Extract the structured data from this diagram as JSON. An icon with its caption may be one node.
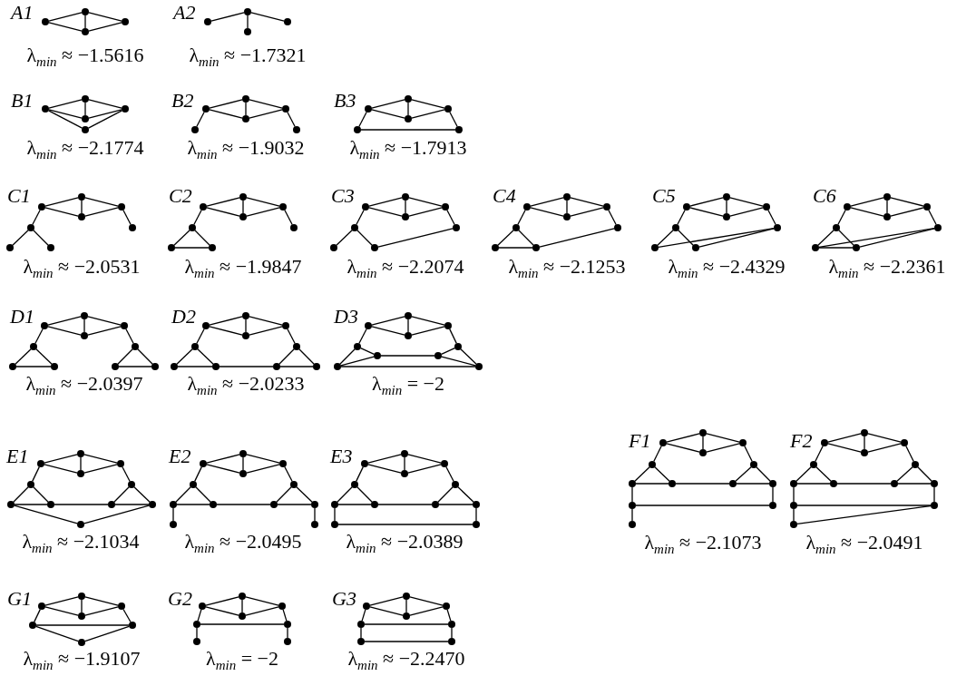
{
  "diagram": {
    "nodes": [
      {
        "text": [],
        "shape": "circle"
      },
      {
        "text": [],
        "shape": "circle"
      },
      {
        "text": [],
        "shape": "circle"
      },
      {
        "text": [],
        "shape": "circle"
      },
      {
        "text": [],
        "shape": "circle"
      },
      {
        "text": [],
        "shape": "circle"
      },
      {
        "text": [],
        "shape": "circle"
      },
      {
        "text": [],
        "shape": "circle"
      },
      {
        "text": [],
        "shape": "circle"
      },
      {
        "text": [],
        "shape": "circle"
      },
      {
        "text": [],
        "shape": "circle"
      },
      {
        "text": [],
        "shape": "circle"
      },
      {
        "text": [],
        "shape": "circle"
      },
      {
        "text": [],
        "shape": "circle"
      },
      {
        "text": [],
        "shape": "circle"
      },
      {
        "text": [],
        "shape": "circle"
      },
      {
        "text": [],
        "shape": "circle"
      },
      {
        "text": [],
        "shape": "circle"
      },
      {
        "text": [],
        "shape": "circle"
      },
      {
        "text": [],
        "shape": "circle"
      },
      {
        "text": [],
        "shape": "circle"
      },
      {
        "text": [],
        "shape": "circle"
      },
      {
        "text": [],
        "shape": "circle"
      },
      {
        "text": [],
        "shape": "circle"
      },
      {
        "text": [],
        "shape": "circle"
      },
      {
        "text": [],
        "shape": "circle"
      },
      {
        "text": [],
        "shape": "circle"
      },
      {
        "text": [],
        "shape": "circle"
      },
      {
        "text": [],
        "shape": "circle"
      },
      {
        "text": [],
        "shape": "circle"
      },
      {
        "text": [],
        "shape": "circle"
      },
      {
        "text": [],
        "shape": "circle"
      },
      {
        "text": [],
        "shape": "circle"
      },
      {
        "text": [],
        "shape": "circle"
      },
      {
        "text": [],
        "shape": "circle"
      },
      {
        "text": [],
        "shape": "circle"
      },
      {
        "text": [],
        "shape": "circle"
      },
      {
        "text": [],
        "shape": "circle"
      },
      {
        "text": [],
        "shape": "circle"
      },
      {
        "text": [],
        "shape": "circle"
      },
      {
        "text": [],
        "shape": "circle"
      },
      {
        "text": [],
        "shape": "circle"
      },
      {
        "text": [],
        "shape": "circle"
      },
      {
        "text": [],
        "shape": "circle"
      },
      {
        "text": [],
        "shape": "circle"
      },
      {
        "text": [],
        "shape": "circle"
      },
      {
        "text": [],
        "shape": "circle"
      },
      {
        "text": [],
        "shape": "circle"
      },
      {
        "text": [],
        "shape": "circle"
      },
      {
        "text": [],
        "shape": "circle"
      },
      {
        "text": [],
        "shape": "circle"
      },
      {
        "text": [],
        "shape": "circle"
      },
      {
        "text": [],
        "shape": "circle"
      },
      {
        "text": [],
        "shape": "circle"
      },
      {
        "text": [],
        "shape": "circle"
      },
      {
        "text": [],
        "shape": "circle"
      },
      {
        "text": [],
        "shape": "circle"
      },
      {
        "text": [],
        "shape": "circle"
      },
      {
        "text": [],
        "shape": "circle"
      },
      {
        "text": [],
        "shape": "circle"
      },
      {
        "text": [],
        "shape": "circle"
      },
      {
        "text": [],
        "shape": "circle"
      },
      {
        "text": [],
        "shape": "circle"
      },
      {
        "text": [],
        "shape": "circle"
      },
      {
        "text": [],
        "shape": "circle"
      },
      {
        "text": [],
        "shape": "circle"
      },
      {
        "text": [],
        "shape": "circle"
      },
      {
        "text": [],
        "shape": "circle"
      },
      {
        "text": [],
        "shape": "circle"
      },
      {
        "text": [],
        "shape": "circle"
      },
      {
        "text": [],
        "shape": "circle"
      },
      {
        "text": [],
        "shape": "circle"
      },
      {
        "text": [],
        "shape": "circle"
      },
      {
        "text": [],
        "shape": "circle"
      },
      {
        "text": [],
        "shape": "circle"
      },
      {
        "text": [],
        "shape": "circle"
      },
      {
        "text": [],
        "shape": "circle"
      },
      {
        "text": [],
        "shape": "circle"
      },
      {
        "text": [],
        "shape": "circle"
      },
      {
        "text": [],
        "shape": "circle"
      },
      {
        "text": [],
        "shape": "circle"
      },
      {
        "text": [],
        "shape": "circle"
      },
      {
        "text": [],
        "shape": "circle"
      },
      {
        "text": [],
        "shape": "circle"
      },
      {
        "text": [],
        "shape": "circle"
      },
      {
        "text": [],
        "shape": "circle"
      },
      {
        "text": [],
        "shape": "circle"
      },
      {
        "text": [],
        "shape": "circle"
      },
      {
        "text": [],
        "shape": "circle"
      },
      {
        "text": [],
        "shape": "circle"
      },
      {
        "text": [],
        "shape": "circle"
      },
      {
        "text": [],
        "shape": "circle"
      },
      {
        "text": [],
        "shape": "circle"
      },
      {
        "text": [],
        "shape": "circle"
      },
      {
        "text": [],
        "shape": "circle"
      },
      {
        "text": [],
        "shape": "circle"
      },
      {
        "text": [],
        "shape": "circle"
      },
      {
        "text": [],
        "shape": "circle"
      },
      {
        "text": [],
        "shape": "circle"
      },
      {
        "text": [],
        "shape": "circle"
      },
      {
        "text": [],
        "shape": "circle"
      },
      {
        "text": [],
        "shape": "circle"
      },
      {
        "text": [],
        "shape": "circle"
      },
      {
        "text": [],
        "shape": "circle"
      },
      {
        "text": [],
        "shape": "circle"
      },
      {
        "text": [],
        "shape": "circle"
      },
      {
        "text": [],
        "shape": "circle"
      },
      {
        "text": [],
        "shape": "circle"
      },
      {
        "text": [],
        "shape": "circle"
      },
      {
        "text": [],
        "shape": "circle"
      },
      {
        "text": [],
        "shape": "circle"
      },
      {
        "text": [],
        "shape": "circle"
      },
      {
        "text": [],
        "shape": "circle"
      },
      {
        "text": [],
        "shape": "circle"
      },
      {
        "text": [],
        "shape": "circle"
      },
      {
        "text": [],
        "shape": "circle"
      },
      {
        "text": [],
        "shape": "circle"
      },
      {
        "text": [],
        "shape": "circle"
      },
      {
        "text": [],
        "shape": "circle"
      },
      {
        "text": [],
        "shape": "circle"
      },
      {
        "text": [],
        "shape": "circle"
      },
      {
        "text": [],
        "shape": "circle"
      },
      {
        "text": [],
        "shape": "circle"
      },
      {
        "text": [],
        "shape": "circle"
      },
      {
        "text": [],
        "shape": "circle"
      },
      {
        "text": [],
        "shape": "circle"
      },
      {
        "text": [],
        "shape": "circle"
      },
      {
        "text": [],
        "shape": "circle"
      },
      {
        "text": [],
        "shape": "circle"
      },
      {
        "text": [],
        "shape": "circle"
      },
      {
        "text": [],
        "shape": "circle"
      },
      {
        "text": [],
        "shape": "circle"
      },
      {
        "text": [],
        "shape": "circle"
      },
      {
        "text": [],
        "shape": "circle"
      },
      {
        "text": [],
        "shape": "circle"
      },
      {
        "text": [],
        "shape": "circle"
      },
      {
        "text": [],
        "shape": "circle"
      },
      {
        "text": [],
        "shape": "circle"
      },
      {
        "text": [],
        "shape": "circle"
      },
      {
        "text": [],
        "shape": "circle"
      },
      {
        "text": [],
        "shape": "circle"
      },
      {
        "text": [],
        "shape": "circle"
      },
      {
        "text": [],
        "shape": "circle"
      },
      {
        "text": [],
        "shape": "circle"
      },
      {
        "text": [],
        "shape": "circle"
      },
      {
        "text": [],
        "shape": "circle"
      },
      {
        "text": [],
        "shape": "circle"
      },
      {
        "text": [],
        "shape": "circle"
      },
      {
        "text": [],
        "shape": "circle"
      },
      {
        "text": [],
        "shape": "circle"
      },
      {
        "text": [],
        "shape": "circle"
      },
      {
        "text": [],
        "shape": "circle"
      },
      {
        "text": [],
        "shape": "circle"
      },
      {
        "text": [],
        "shape": "circle"
      },
      {
        "text": [],
        "shape": "circle"
      },
      {
        "text": [],
        "shape": "circle"
      },
      {
        "text": [],
        "shape": "circle"
      },
      {
        "text": [],
        "shape": "circle"
      },
      {
        "text": [],
        "shape": "circle"
      },
      {
        "text": [],
        "shape": "circle"
      },
      {
        "text": [],
        "shape": "circle"
      },
      {
        "text": [],
        "shape": "circle"
      },
      {
        "text": [],
        "shape": "circle"
      },
      {
        "text": [],
        "shape": "circle"
      },
      {
        "text": [],
        "shape": "circle"
      },
      {
        "text": [],
        "shape": "circle"
      },
      {
        "text": [],
        "shape": "circle"
      },
      {
        "text": [],
        "shape": "circle"
      },
      {
        "text": [],
        "shape": "circle"
      },
      {
        "text": [],
        "shape": "circle"
      },
      {
        "text": [],
        "shape": "circle"
      },
      {
        "text": [],
        "shape": "circle"
      },
      {
        "text": [],
        "shape": "circle"
      },
      {
        "text": [],
        "shape": "circle"
      },
      {
        "text": [],
        "shape": "circle"
      },
      {
        "text": [],
        "shape": "circle"
      },
      {
        "text": [],
        "shape": "circle"
      },
      {
        "text": [],
        "shape": "circle"
      },
      {
        "text": [],
        "shape": "circle"
      },
      {
        "text": [],
        "shape": "circle"
      },
      {
        "text": [],
        "shape": "circle"
      },
      {
        "text": [],
        "shape": "circle"
      },
      {
        "text": [],
        "shape": "circle"
      },
      {
        "text": [],
        "shape": "circle"
      },
      {
        "text": [],
        "shape": "circle"
      },
      {
        "text": [],
        "shape": "circle"
      },
      {
        "text": [],
        "shape": "circle"
      }
    ],
    "edges": [
      {
        "from": 0,
        "to": 1,
        "arrow": "none"
      },
      {
        "from": 0,
        "to": 2,
        "arrow": "none"
      },
      {
        "from": 1,
        "to": 2,
        "arrow": "none"
      },
      {
        "from": 1,
        "to": 3,
        "arrow": "none"
      },
      {
        "from": 2,
        "to": 3,
        "arrow": "none"
      },
      {
        "from": 4,
        "to": 5,
        "arrow": "none"
      },
      {
        "from": 5,
        "to": 6,
        "arrow": "none"
      },
      {
        "from": 5,
        "to": 7,
        "arrow": "none"
      },
      {
        "from": 8,
        "to": 9,
        "arrow": "none"
      },
      {
        "from": 9,
        "to": 11,
        "arrow": "none"
      },
      {
        "from": 9,
        "to": 10,
        "arrow": "none"
      },
      {
        "from": 8,
        "to": 10,
        "arrow": "none"
      },
      {
        "from": 10,
        "to": 11,
        "arrow": "none"
      },
      {
        "from": 8,
        "to": 12,
        "arrow": "none"
      },
      {
        "from": 12,
        "to": 11,
        "arrow": "none"
      },
      {
        "from": 13,
        "to": 14,
        "arrow": "none"
      },
      {
        "from": 13,
        "to": 15,
        "arrow": "none"
      },
      {
        "from": 14,
        "to": 15,
        "arrow": "none"
      },
      {
        "from": 14,
        "to": 16,
        "arrow": "none"
      },
      {
        "from": 15,
        "to": 16,
        "arrow": "none"
      },
      {
        "from": 13,
        "to": 17,
        "arrow": "none"
      },
      {
        "from": 16,
        "to": 18,
        "arrow": "none"
      },
      {
        "from": 19,
        "to": 20,
        "arrow": "none"
      },
      {
        "from": 19,
        "to": 21,
        "arrow": "none"
      },
      {
        "from": 20,
        "to": 21,
        "arrow": "none"
      },
      {
        "from": 20,
        "to": 22,
        "arrow": "none"
      },
      {
        "from": 21,
        "to": 22,
        "arrow": "none"
      },
      {
        "from": 19,
        "to": 23,
        "arrow": "none"
      },
      {
        "from": 22,
        "to": 24,
        "arrow": "none"
      },
      {
        "from": 23,
        "to": 24,
        "arrow": "none"
      },
      {
        "from": 25,
        "to": 26,
        "arrow": "none"
      },
      {
        "from": 25,
        "to": 27,
        "arrow": "none"
      },
      {
        "from": 26,
        "to": 27,
        "arrow": "none"
      },
      {
        "from": 26,
        "to": 28,
        "arrow": "none"
      },
      {
        "from": 27,
        "to": 28,
        "arrow": "none"
      },
      {
        "from": 25,
        "to": 29,
        "arrow": "none"
      },
      {
        "from": 29,
        "to": 30,
        "arrow": "none"
      },
      {
        "from": 29,
        "to": 31,
        "arrow": "none"
      },
      {
        "from": 28,
        "to": 32,
        "arrow": "none"
      },
      {
        "from": 33,
        "to": 34,
        "arrow": "none"
      },
      {
        "from": 33,
        "to": 35,
        "arrow": "none"
      },
      {
        "from": 34,
        "to": 35,
        "arrow": "none"
      },
      {
        "from": 34,
        "to": 36,
        "arrow": "none"
      },
      {
        "from": 35,
        "to": 36,
        "arrow": "none"
      },
      {
        "from": 33,
        "to": 37,
        "arrow": "none"
      },
      {
        "from": 37,
        "to": 38,
        "arrow": "none"
      },
      {
        "from": 37,
        "to": 39,
        "arrow": "none"
      },
      {
        "from": 38,
        "to": 39,
        "arrow": "none"
      },
      {
        "from": 36,
        "to": 40,
        "arrow": "none"
      },
      {
        "from": 41,
        "to": 42,
        "arrow": "none"
      },
      {
        "from": 41,
        "to": 43,
        "arrow": "none"
      },
      {
        "from": 42,
        "to": 43,
        "arrow": "none"
      },
      {
        "from": 42,
        "to": 44,
        "arrow": "none"
      },
      {
        "from": 43,
        "to": 44,
        "arrow": "none"
      },
      {
        "from": 41,
        "to": 45,
        "arrow": "none"
      },
      {
        "from": 45,
        "to": 46,
        "arrow": "none"
      },
      {
        "from": 45,
        "to": 47,
        "arrow": "none"
      },
      {
        "from": 44,
        "to": 48,
        "arrow": "none"
      },
      {
        "from": 47,
        "to": 48,
        "arrow": "none"
      },
      {
        "from": 49,
        "to": 50,
        "arrow": "none"
      },
      {
        "from": 49,
        "to": 51,
        "arrow": "none"
      },
      {
        "from": 50,
        "to": 51,
        "arrow": "none"
      },
      {
        "from": 50,
        "to": 52,
        "arrow": "none"
      },
      {
        "from": 51,
        "to": 52,
        "arrow": "none"
      },
      {
        "from": 49,
        "to": 53,
        "arrow": "none"
      },
      {
        "from": 53,
        "to": 54,
        "arrow": "none"
      },
      {
        "from": 53,
        "to": 55,
        "arrow": "none"
      },
      {
        "from": 54,
        "to": 55,
        "arrow": "none"
      },
      {
        "from": 52,
        "to": 56,
        "arrow": "none"
      },
      {
        "from": 55,
        "to": 56,
        "arrow": "none"
      },
      {
        "from": 57,
        "to": 58,
        "arrow": "none"
      },
      {
        "from": 57,
        "to": 59,
        "arrow": "none"
      },
      {
        "from": 58,
        "to": 59,
        "arrow": "none"
      },
      {
        "from": 58,
        "to": 60,
        "arrow": "none"
      },
      {
        "from": 59,
        "to": 60,
        "arrow": "none"
      },
      {
        "from": 57,
        "to": 61,
        "arrow": "none"
      },
      {
        "from": 61,
        "to": 62,
        "arrow": "none"
      },
      {
        "from": 61,
        "to": 63,
        "arrow": "none"
      },
      {
        "from": 60,
        "to": 64,
        "arrow": "none"
      },
      {
        "from": 62,
        "to": 64,
        "arrow": "none"
      },
      {
        "from": 63,
        "to": 64,
        "arrow": "none"
      },
      {
        "from": 65,
        "to": 66,
        "arrow": "none"
      },
      {
        "from": 65,
        "to": 67,
        "arrow": "none"
      },
      {
        "from": 66,
        "to": 67,
        "arrow": "none"
      },
      {
        "from": 66,
        "to": 68,
        "arrow": "none"
      },
      {
        "from": 67,
        "to": 68,
        "arrow": "none"
      },
      {
        "from": 65,
        "to": 69,
        "arrow": "none"
      },
      {
        "from": 69,
        "to": 70,
        "arrow": "none"
      },
      {
        "from": 69,
        "to": 71,
        "arrow": "none"
      },
      {
        "from": 70,
        "to": 71,
        "arrow": "none"
      },
      {
        "from": 68,
        "to": 72,
        "arrow": "none"
      },
      {
        "from": 70,
        "to": 72,
        "arrow": "none"
      },
      {
        "from": 71,
        "to": 72,
        "arrow": "none"
      },
      {
        "from": 73,
        "to": 74,
        "arrow": "none"
      },
      {
        "from": 73,
        "to": 75,
        "arrow": "none"
      },
      {
        "from": 74,
        "to": 75,
        "arrow": "none"
      },
      {
        "from": 74,
        "to": 76,
        "arrow": "none"
      },
      {
        "from": 75,
        "to": 76,
        "arrow": "none"
      },
      {
        "from": 73,
        "to": 77,
        "arrow": "none"
      },
      {
        "from": 77,
        "to": 78,
        "arrow": "none"
      },
      {
        "from": 77,
        "to": 79,
        "arrow": "none"
      },
      {
        "from": 78,
        "to": 79,
        "arrow": "none"
      },
      {
        "from": 76,
        "to": 80,
        "arrow": "none"
      },
      {
        "from": 80,
        "to": 81,
        "arrow": "none"
      },
      {
        "from": 80,
        "to": 82,
        "arrow": "none"
      },
      {
        "from": 81,
        "to": 82,
        "arrow": "none"
      },
      {
        "from": 83,
        "to": 84,
        "arrow": "none"
      },
      {
        "from": 83,
        "to": 85,
        "arrow": "none"
      },
      {
        "from": 84,
        "to": 85,
        "arrow": "none"
      },
      {
        "from": 84,
        "to": 86,
        "arrow": "none"
      },
      {
        "from": 85,
        "to": 86,
        "arrow": "none"
      },
      {
        "from": 83,
        "to": 87,
        "arrow": "none"
      },
      {
        "from": 87,
        "to": 88,
        "arrow": "none"
      },
      {
        "from": 87,
        "to": 89,
        "arrow": "none"
      },
      {
        "from": 88,
        "to": 89,
        "arrow": "none"
      },
      {
        "from": 86,
        "to": 90,
        "arrow": "none"
      },
      {
        "from": 90,
        "to": 91,
        "arrow": "none"
      },
      {
        "from": 90,
        "to": 92,
        "arrow": "none"
      },
      {
        "from": 91,
        "to": 92,
        "arrow": "none"
      },
      {
        "from": 89,
        "to": 91,
        "arrow": "none"
      },
      {
        "from": 93,
        "to": 94,
        "arrow": "none"
      },
      {
        "from": 93,
        "to": 95,
        "arrow": "none"
      },
      {
        "from": 94,
        "to": 95,
        "arrow": "none"
      },
      {
        "from": 94,
        "to": 96,
        "arrow": "none"
      },
      {
        "from": 95,
        "to": 96,
        "arrow": "none"
      },
      {
        "from": 93,
        "to": 97,
        "arrow": "none"
      },
      {
        "from": 97,
        "to": 98,
        "arrow": "none"
      },
      {
        "from": 97,
        "to": 99,
        "arrow": "none"
      },
      {
        "from": 98,
        "to": 99,
        "arrow": "none"
      },
      {
        "from": 99,
        "to": 101,
        "arrow": "none"
      },
      {
        "from": 96,
        "to": 100,
        "arrow": "none"
      },
      {
        "from": 100,
        "to": 101,
        "arrow": "none"
      },
      {
        "from": 100,
        "to": 102,
        "arrow": "none"
      },
      {
        "from": 101,
        "to": 102,
        "arrow": "none"
      },
      {
        "from": 98,
        "to": 102,
        "arrow": "none"
      },
      {
        "from": 103,
        "to": 104,
        "arrow": "none"
      },
      {
        "from": 103,
        "to": 105,
        "arrow": "none"
      },
      {
        "from": 104,
        "to": 105,
        "arrow": "none"
      },
      {
        "from": 104,
        "to": 106,
        "arrow": "none"
      },
      {
        "from": 105,
        "to": 106,
        "arrow": "none"
      },
      {
        "from": 103,
        "to": 107,
        "arrow": "none"
      },
      {
        "from": 107,
        "to": 108,
        "arrow": "none"
      },
      {
        "from": 107,
        "to": 109,
        "arrow": "none"
      },
      {
        "from": 106,
        "to": 110,
        "arrow": "none"
      },
      {
        "from": 110,
        "to": 111,
        "arrow": "none"
      },
      {
        "from": 110,
        "to": 112,
        "arrow": "none"
      },
      {
        "from": 108,
        "to": 109,
        "arrow": "none"
      },
      {
        "from": 109,
        "to": 111,
        "arrow": "none"
      },
      {
        "from": 111,
        "to": 112,
        "arrow": "none"
      },
      {
        "from": 108,
        "to": 113,
        "arrow": "none"
      },
      {
        "from": 113,
        "to": 112,
        "arrow": "none"
      },
      {
        "from": 114,
        "to": 115,
        "arrow": "none"
      },
      {
        "from": 114,
        "to": 116,
        "arrow": "none"
      },
      {
        "from": 115,
        "to": 116,
        "arrow": "none"
      },
      {
        "from": 115,
        "to": 117,
        "arrow": "none"
      },
      {
        "from": 116,
        "to": 117,
        "arrow": "none"
      },
      {
        "from": 114,
        "to": 118,
        "arrow": "none"
      },
      {
        "from": 118,
        "to": 119,
        "arrow": "none"
      },
      {
        "from": 118,
        "to": 120,
        "arrow": "none"
      },
      {
        "from": 117,
        "to": 121,
        "arrow": "none"
      },
      {
        "from": 121,
        "to": 122,
        "arrow": "none"
      },
      {
        "from": 121,
        "to": 123,
        "arrow": "none"
      },
      {
        "from": 119,
        "to": 120,
        "arrow": "none"
      },
      {
        "from": 120,
        "to": 122,
        "arrow": "none"
      },
      {
        "from": 122,
        "to": 123,
        "arrow": "none"
      },
      {
        "from": 119,
        "to": 124,
        "arrow": "none"
      },
      {
        "from": 123,
        "to": 125,
        "arrow": "none"
      },
      {
        "from": 126,
        "to": 127,
        "arrow": "none"
      },
      {
        "from": 126,
        "to": 128,
        "arrow": "none"
      },
      {
        "from": 127,
        "to": 128,
        "arrow": "none"
      },
      {
        "from": 127,
        "to": 129,
        "arrow": "none"
      },
      {
        "from": 128,
        "to": 129,
        "arrow": "none"
      },
      {
        "from": 126,
        "to": 130,
        "arrow": "none"
      },
      {
        "from": 130,
        "to": 131,
        "arrow": "none"
      },
      {
        "from": 130,
        "to": 132,
        "arrow": "none"
      },
      {
        "from": 129,
        "to": 133,
        "arrow": "none"
      },
      {
        "from": 133,
        "to": 134,
        "arrow": "none"
      },
      {
        "from": 133,
        "to": 135,
        "arrow": "none"
      },
      {
        "from": 131,
        "to": 132,
        "arrow": "none"
      },
      {
        "from": 132,
        "to": 134,
        "arrow": "none"
      },
      {
        "from": 134,
        "to": 135,
        "arrow": "none"
      },
      {
        "from": 131,
        "to": 136,
        "arrow": "none"
      },
      {
        "from": 135,
        "to": 137,
        "arrow": "none"
      },
      {
        "from": 136,
        "to": 137,
        "arrow": "none"
      },
      {
        "from": 138,
        "to": 139,
        "arrow": "none"
      },
      {
        "from": 138,
        "to": 140,
        "arrow": "none"
      },
      {
        "from": 139,
        "to": 140,
        "arrow": "none"
      },
      {
        "from": 139,
        "to": 141,
        "arrow": "none"
      },
      {
        "from": 140,
        "to": 141,
        "arrow": "none"
      },
      {
        "from": 138,
        "to": 142,
        "arrow": "none"
      },
      {
        "from": 142,
        "to": 143,
        "arrow": "none"
      },
      {
        "from": 142,
        "to": 144,
        "arrow": "none"
      },
      {
        "from": 141,
        "to": 145,
        "arrow": "none"
      },
      {
        "from": 145,
        "to": 146,
        "arrow": "none"
      },
      {
        "from": 145,
        "to": 147,
        "arrow": "none"
      },
      {
        "from": 143,
        "to": 144,
        "arrow": "none"
      },
      {
        "from": 144,
        "to": 146,
        "arrow": "none"
      },
      {
        "from": 146,
        "to": 147,
        "arrow": "none"
      },
      {
        "from": 143,
        "to": 148,
        "arrow": "none"
      },
      {
        "from": 147,
        "to": 149,
        "arrow": "none"
      },
      {
        "from": 148,
        "to": 149,
        "arrow": "none"
      },
      {
        "from": 148,
        "to": 150,
        "arrow": "none"
      },
      {
        "from": 151,
        "to": 152,
        "arrow": "none"
      },
      {
        "from": 151,
        "to": 153,
        "arrow": "none"
      },
      {
        "from": 152,
        "to": 153,
        "arrow": "none"
      },
      {
        "from": 152,
        "to": 154,
        "arrow": "none"
      },
      {
        "from": 153,
        "to": 154,
        "arrow": "none"
      },
      {
        "from": 151,
        "to": 155,
        "arrow": "none"
      },
      {
        "from": 155,
        "to": 156,
        "arrow": "none"
      },
      {
        "from": 155,
        "to": 157,
        "arrow": "none"
      },
      {
        "from": 154,
        "to": 158,
        "arrow": "none"
      },
      {
        "from": 158,
        "to": 159,
        "arrow": "none"
      },
      {
        "from": 158,
        "to": 160,
        "arrow": "none"
      },
      {
        "from": 156,
        "to": 157,
        "arrow": "none"
      },
      {
        "from": 157,
        "to": 159,
        "arrow": "none"
      },
      {
        "from": 159,
        "to": 160,
        "arrow": "none"
      },
      {
        "from": 156,
        "to": 161,
        "arrow": "none"
      },
      {
        "from": 160,
        "to": 162,
        "arrow": "none"
      },
      {
        "from": 161,
        "to": 162,
        "arrow": "none"
      },
      {
        "from": 161,
        "to": 163,
        "arrow": "none"
      },
      {
        "from": 163,
        "to": 162,
        "arrow": "none"
      },
      {
        "from": 164,
        "to": 165,
        "arrow": "none"
      },
      {
        "from": 164,
        "to": 166,
        "arrow": "none"
      },
      {
        "from": 165,
        "to": 166,
        "arrow": "none"
      },
      {
        "from": 165,
        "to": 167,
        "arrow": "none"
      },
      {
        "from": 166,
        "to": 167,
        "arrow": "none"
      },
      {
        "from": 164,
        "to": 168,
        "arrow": "none"
      },
      {
        "from": 167,
        "to": 169,
        "arrow": "none"
      },
      {
        "from": 168,
        "to": 169,
        "arrow": "none"
      },
      {
        "from": 168,
        "to": 170,
        "arrow": "none"
      },
      {
        "from": 169,
        "to": 170,
        "arrow": "none"
      },
      {
        "from": 171,
        "to": 172,
        "arrow": "none"
      },
      {
        "from": 171,
        "to": 173,
        "arrow": "none"
      },
      {
        "from": 172,
        "to": 173,
        "arrow": "none"
      },
      {
        "from": 172,
        "to": 174,
        "arrow": "none"
      },
      {
        "from": 173,
        "to": 174,
        "arrow": "none"
      },
      {
        "from": 171,
        "to": 175,
        "arrow": "none"
      },
      {
        "from": 174,
        "to": 176,
        "arrow": "none"
      },
      {
        "from": 175,
        "to": 176,
        "arrow": "none"
      },
      {
        "from": 175,
        "to": 177,
        "arrow": "none"
      },
      {
        "from": 176,
        "to": 178,
        "arrow": "none"
      },
      {
        "from": 179,
        "to": 180,
        "arrow": "none"
      },
      {
        "from": 179,
        "to": 181,
        "arrow": "none"
      },
      {
        "from": 180,
        "to": 181,
        "arrow": "none"
      },
      {
        "from": 180,
        "to": 182,
        "arrow": "none"
      },
      {
        "from": 181,
        "to": 182,
        "arrow": "none"
      },
      {
        "from": 179,
        "to": 183,
        "arrow": "none"
      },
      {
        "from": 182,
        "to": 184,
        "arrow": "none"
      },
      {
        "from": 183,
        "to": 184,
        "arrow": "none"
      },
      {
        "from": 183,
        "to": 185,
        "arrow": "none"
      },
      {
        "from": 184,
        "to": 186,
        "arrow": "none"
      },
      {
        "from": 185,
        "to": 186,
        "arrow": "none"
      }
    ],
    "labels": [
      "A1",
      "A2",
      "λ$_{min}$ ≈ −1.5616",
      "λ$_{min}$ ≈ −1.7321",
      "B1",
      "B2",
      "B3",
      "λ$_{min}$ ≈ −2.1774",
      "λ$_{min}$ ≈ −1.9032",
      "λ$_{min}$ ≈ −1.7913",
      "C1",
      "C2",
      "C3",
      "C4",
      "C5",
      "C6",
      "λ$_{min}$ ≈ −2.0531",
      "λ$_{min}$ ≈ −1.9847",
      "λ$_{min}$ ≈ −2.2074",
      "λ$_{min}$ ≈ −2.1253",
      "λ$_{min}$ ≈ −2.4329",
      "λ$_{min}$ ≈ −2.2361",
      "D1",
      "D2",
      "D3",
      "λ$_{min}$ ≈ −2.0397",
      "λ$_{min}$ ≈ −2.0233",
      "λ$_{min}$ = −2",
      "E1",
      "E2",
      "E3",
      "F1",
      "F2",
      "λ$_{min}$ ≈ −2.1034",
      "λ$_{min}$ ≈ −2.0495",
      "λ$_{min}$ ≈ −2.0389",
      "λ$_{min}$ ≈ −2.1073",
      "λ$_{min}$ ≈ −2.0491",
      "G1",
      "G2",
      "G3",
      "λ$_{min}$ ≈ −1.9107",
      "λ$_{min}$ = −2",
      "λ$_{min}$ ≈ −2.2470"
    ]
  }
}
